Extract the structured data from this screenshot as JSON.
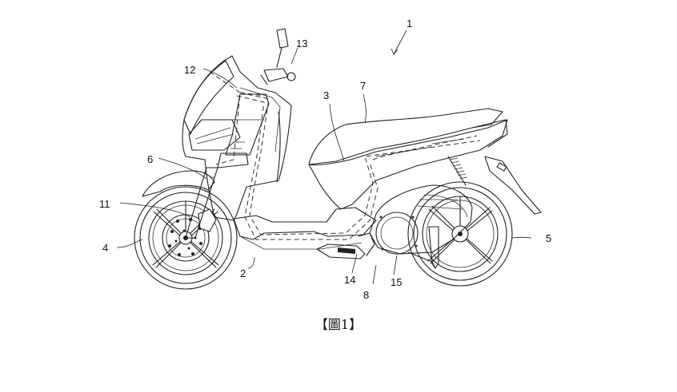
{
  "figure": {
    "caption": "【圖1】",
    "labels": {
      "l1": "1",
      "l2": "2",
      "l3": "3",
      "l4": "4",
      "l5": "5",
      "l6": "6",
      "l7": "7",
      "l8": "8",
      "l11": "11",
      "l12": "12",
      "l13": "13",
      "l14": "14",
      "l15": "15"
    }
  }
}
